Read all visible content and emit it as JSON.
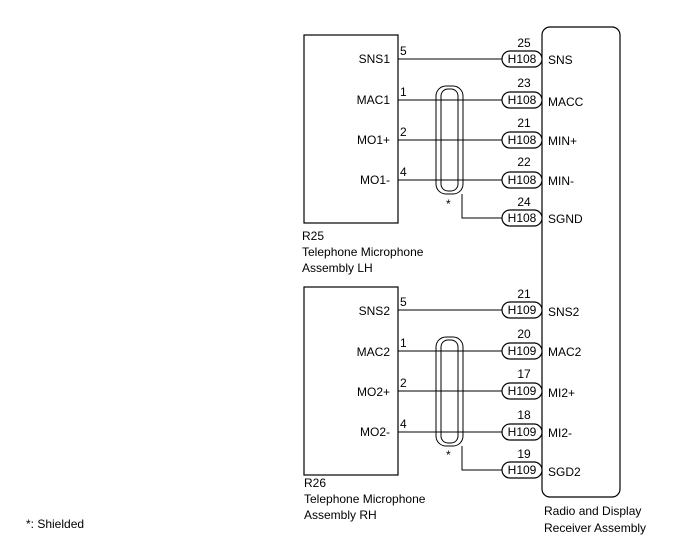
{
  "footnote": "*: Shielded",
  "receiver": {
    "title_line1": "Radio and Display",
    "title_line2": "Receiver Assembly"
  },
  "groups": [
    {
      "component_id": "R25",
      "name_line1": "Telephone Microphone",
      "name_line2": "Assembly LH",
      "connector": "H108",
      "shield_mark": "*",
      "pins": [
        {
          "label": "SNS1",
          "num": "5",
          "recv_num": "25",
          "recv_label": "SNS"
        },
        {
          "label": "MAC1",
          "num": "1",
          "recv_num": "23",
          "recv_label": "MACC"
        },
        {
          "label": "MO1+",
          "num": "2",
          "recv_num": "21",
          "recv_label": "MIN+"
        },
        {
          "label": "MO1-",
          "num": "4",
          "recv_num": "22",
          "recv_label": "MIN-"
        }
      ],
      "ground": {
        "recv_num": "24",
        "recv_label": "SGND"
      }
    },
    {
      "component_id": "R26",
      "name_line1": "Telephone Microphone",
      "name_line2": "Assembly RH",
      "connector": "H109",
      "shield_mark": "*",
      "pins": [
        {
          "label": "SNS2",
          "num": "5",
          "recv_num": "21",
          "recv_label": "SNS2"
        },
        {
          "label": "MAC2",
          "num": "1",
          "recv_num": "20",
          "recv_label": "MAC2"
        },
        {
          "label": "MO2+",
          "num": "2",
          "recv_num": "17",
          "recv_label": "MI2+"
        },
        {
          "label": "MO2-",
          "num": "4",
          "recv_num": "18",
          "recv_label": "MI2-"
        }
      ],
      "ground": {
        "recv_num": "19",
        "recv_label": "SGD2"
      }
    }
  ]
}
